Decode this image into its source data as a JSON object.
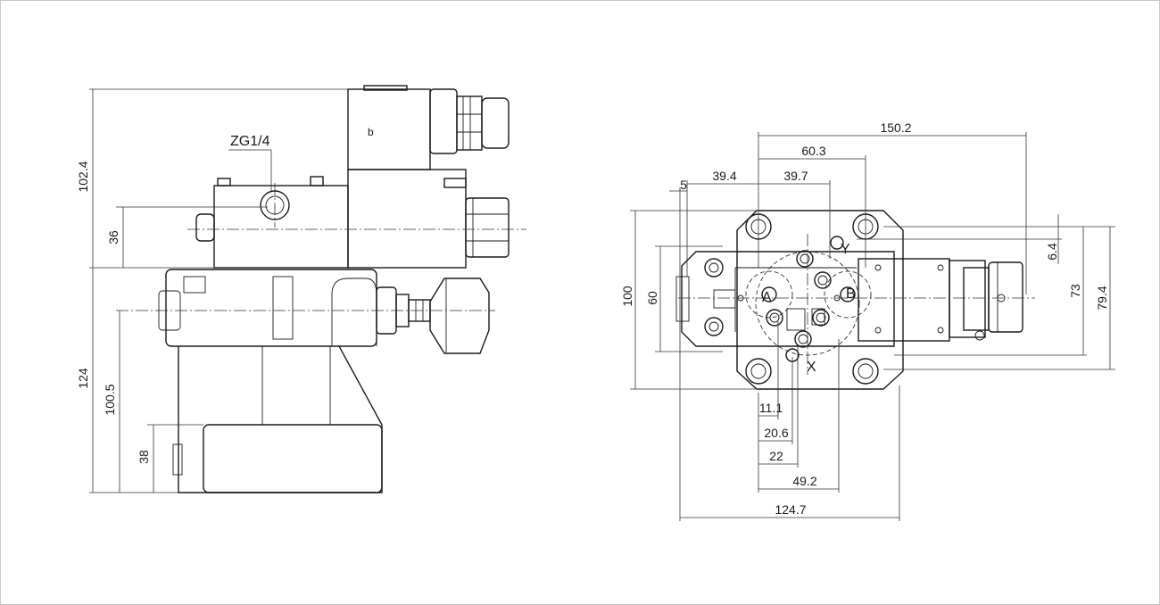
{
  "drawing": {
    "side_view": {
      "port_label": "ZG1/4",
      "solenoid_label": "b",
      "dimensions": {
        "overall_top_height": "102.4",
        "port_height": "36",
        "lower_height": "124",
        "centerline_height": "100.5",
        "base_height": "38"
      }
    },
    "top_view": {
      "port_labels": {
        "a": "A",
        "b": "B",
        "x": "X",
        "y": "Y"
      },
      "dimensions": {
        "overall_length": "150.2",
        "d_60_3": "60.3",
        "d_39_4": "39.4",
        "d_39_7": "39.7",
        "d_5": "5",
        "d_6_4": "6.4",
        "d_73": "73",
        "d_79_4": "79.4",
        "d_100": "100",
        "d_60": "60",
        "d_11_1": "11.1",
        "d_20_6": "20.6",
        "d_22": "22",
        "d_49_2": "49.2",
        "d_124_7": "124.7"
      }
    }
  }
}
